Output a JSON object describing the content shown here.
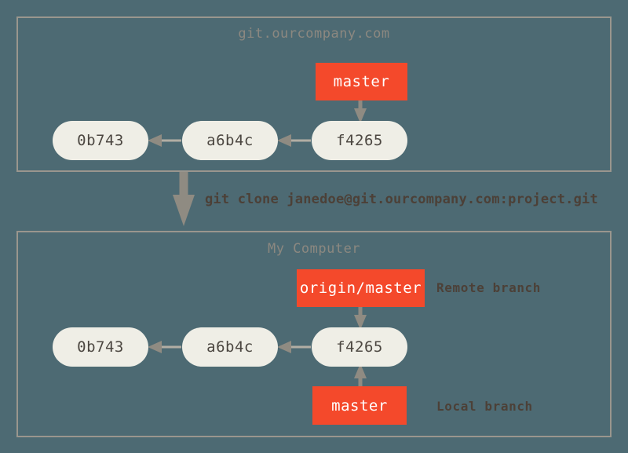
{
  "diagram": {
    "title": "git clone diagram",
    "background_color": "#4d6a73",
    "panel_border_color": "#9a968e",
    "commit_node_color": "#efeee6",
    "commit_text_color": "#4c4741",
    "branch_box_color": "#f4492b",
    "branch_text_color": "#ffffff",
    "label_text_color": "#4c4037",
    "panel_title_color": "#8c8880",
    "arrow_color": "#8f8b82"
  },
  "remote_panel": {
    "title": "git.ourcompany.com",
    "branch": {
      "label": "master"
    },
    "commits": [
      {
        "id": "0b743"
      },
      {
        "id": "a6b4c"
      },
      {
        "id": "f4265"
      }
    ]
  },
  "clone": {
    "command": "git clone janedoe@git.ourcompany.com:project.git"
  },
  "local_panel": {
    "title": "My Computer",
    "remote_branch": {
      "label": "origin/master",
      "annotation": "Remote branch"
    },
    "local_branch": {
      "label": "master",
      "annotation": "Local branch"
    },
    "commits": [
      {
        "id": "0b743"
      },
      {
        "id": "a6b4c"
      },
      {
        "id": "f4265"
      }
    ]
  },
  "icons": {
    "arrow_left": "arrow-left-icon",
    "arrow_down": "arrow-down-icon",
    "arrow_up": "arrow-up-icon",
    "arrow_clone": "arrow-down-thick-icon"
  }
}
